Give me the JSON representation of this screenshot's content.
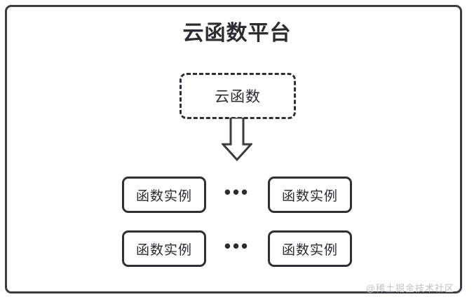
{
  "diagram": {
    "title": "云函数平台",
    "cloud_function": {
      "label": "云函数",
      "border_style": "dashed"
    },
    "arrow": {
      "name": "down-block-arrow",
      "direction": "down"
    },
    "ellipsis": "•••",
    "rows": [
      {
        "left_instance": "函数实例",
        "right_instance": "函数实例",
        "separator": "•••"
      },
      {
        "left_instance": "函数实例",
        "right_instance": "函数实例",
        "separator": "•••"
      }
    ],
    "watermark": "@稀土掘金技术社区",
    "colors": {
      "stroke": "#2f2f36",
      "title_text": "#2c2c33",
      "body_text": "#2a2a35",
      "watermark_text": "#c3c3c6",
      "background": "#ffffff"
    }
  }
}
